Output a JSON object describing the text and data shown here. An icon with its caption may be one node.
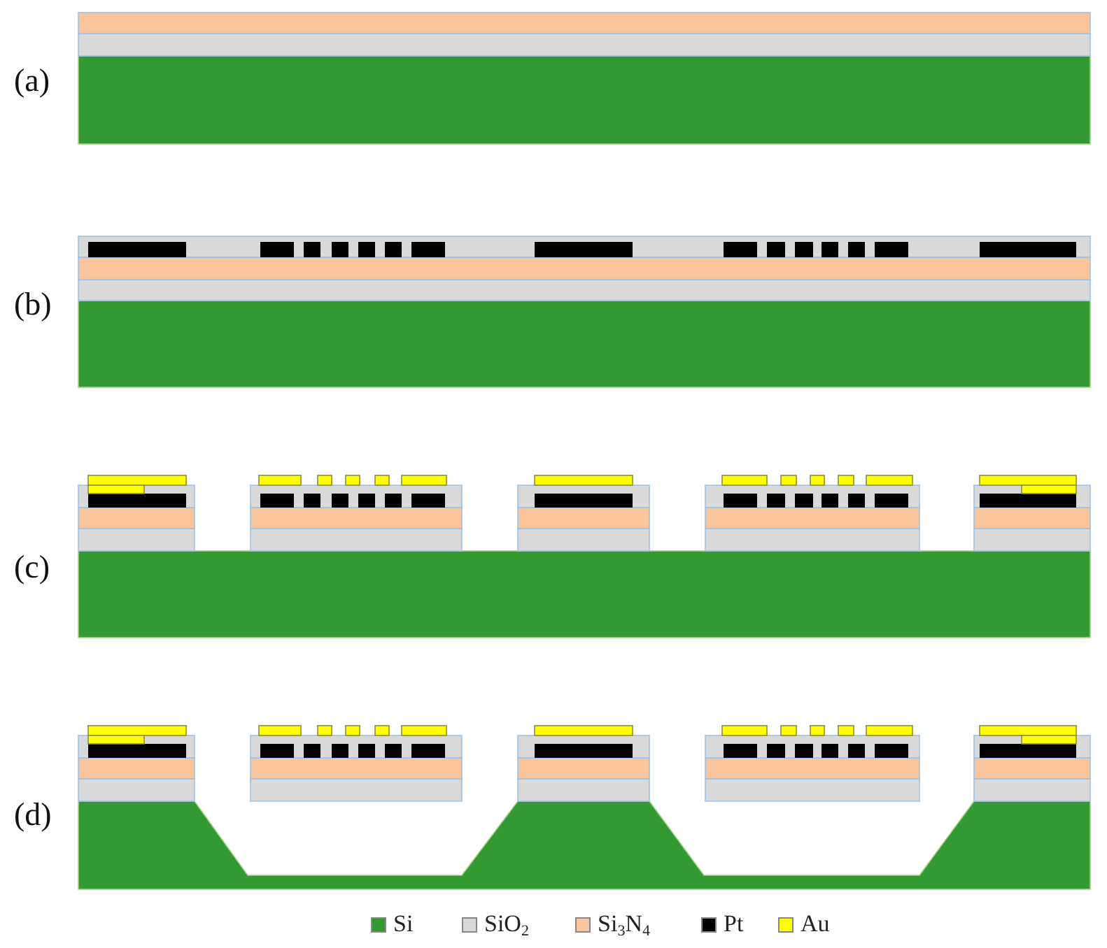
{
  "diagram": {
    "labels": [
      "(a)",
      "(b)",
      "(c)",
      "(d)"
    ],
    "legend": [
      {
        "text": "Si",
        "color": "#339933"
      },
      {
        "text": "SiO$_{2}$",
        "color": "#d9d9d9"
      },
      {
        "text": "Si$_{3}$N$_{4}$",
        "color": "#f8c49c"
      },
      {
        "text": "Pt",
        "color": "#000000"
      },
      {
        "text": "Au",
        "color": "#ffff00"
      }
    ]
  }
}
